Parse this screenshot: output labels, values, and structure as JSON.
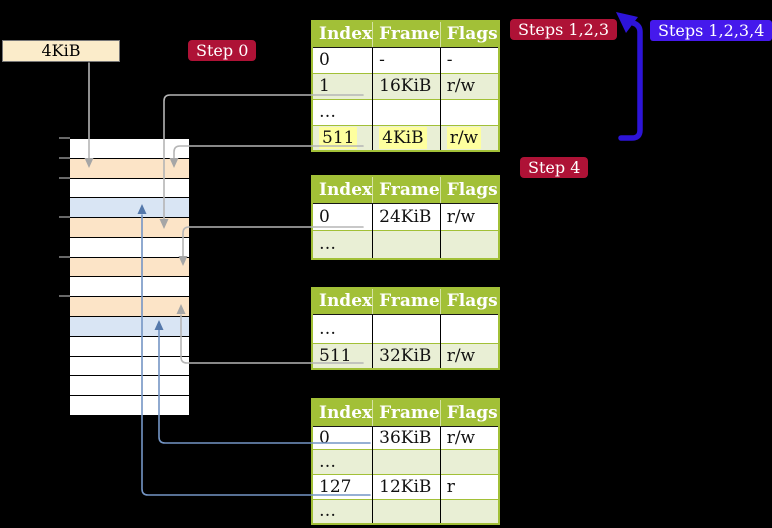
{
  "palette": {
    "header_green": "#a2c037",
    "row_green": "#e9efd5",
    "peach": "#fce4c7",
    "light_blue": "#d9e5f4",
    "crimson": "#ae1236",
    "violet": "#4519ec",
    "arrow_blue": "#2d14d8",
    "gray_line": "#b5b5b5",
    "gray_head": "#a6a6a6",
    "steel_line": "#7495c5",
    "steel_head": "#5478ab",
    "yellow": "#feff9e",
    "cream": "#fbecca"
  },
  "frame_label": {
    "text": "4KiB"
  },
  "badges": {
    "step0": "Step 0",
    "steps123": "Steps 1,2,3",
    "steps1234": "Steps 1,2,3,4",
    "step4": "Step 4"
  },
  "memory": {
    "rows": [
      {
        "fill": "white"
      },
      {
        "fill": "peach"
      },
      {
        "fill": "white"
      },
      {
        "fill": "blue"
      },
      {
        "fill": "peach"
      },
      {
        "fill": "white"
      },
      {
        "fill": "peach"
      },
      {
        "fill": "white"
      },
      {
        "fill": "peach"
      },
      {
        "fill": "blue"
      },
      {
        "fill": "white"
      },
      {
        "fill": "white"
      },
      {
        "fill": "white"
      },
      {
        "fill": "white"
      }
    ]
  },
  "tables": [
    {
      "name": "level-4-table",
      "headers": [
        "Index",
        "Frame",
        "Flags"
      ],
      "rows": [
        {
          "cells": [
            "0",
            "-",
            "-"
          ],
          "shade": false,
          "highlight": false
        },
        {
          "cells": [
            "1",
            "16KiB",
            "r/w"
          ],
          "shade": true,
          "highlight": false
        },
        {
          "cells": [
            "…",
            "",
            ""
          ],
          "shade": false,
          "highlight": false
        },
        {
          "cells": [
            "511",
            "4KiB",
            "r/w"
          ],
          "shade": true,
          "highlight": true
        }
      ]
    },
    {
      "name": "level-3-table",
      "headers": [
        "Index",
        "Frame",
        "Flags"
      ],
      "rows": [
        {
          "cells": [
            "0",
            "24KiB",
            "r/w"
          ],
          "shade": false,
          "highlight": false
        },
        {
          "cells": [
            "…",
            "",
            ""
          ],
          "shade": true,
          "highlight": false
        }
      ]
    },
    {
      "name": "level-2-table",
      "headers": [
        "Index",
        "Frame",
        "Flags"
      ],
      "rows": [
        {
          "cells": [
            "…",
            "",
            ""
          ],
          "shade": false,
          "highlight": false
        },
        {
          "cells": [
            "511",
            "32KiB",
            "r/w"
          ],
          "shade": true,
          "highlight": false
        }
      ]
    },
    {
      "name": "level-1-table",
      "headers": [
        "Index",
        "Frame",
        "Flags"
      ],
      "rows": [
        {
          "cells": [
            "0",
            "36KiB",
            "r/w"
          ],
          "shade": false,
          "highlight": false
        },
        {
          "cells": [
            "…",
            "",
            ""
          ],
          "shade": true,
          "highlight": false
        },
        {
          "cells": [
            "127",
            "12KiB",
            "r"
          ],
          "shade": false,
          "highlight": false
        },
        {
          "cells": [
            "…",
            "",
            ""
          ],
          "shade": true,
          "highlight": false
        }
      ]
    }
  ]
}
